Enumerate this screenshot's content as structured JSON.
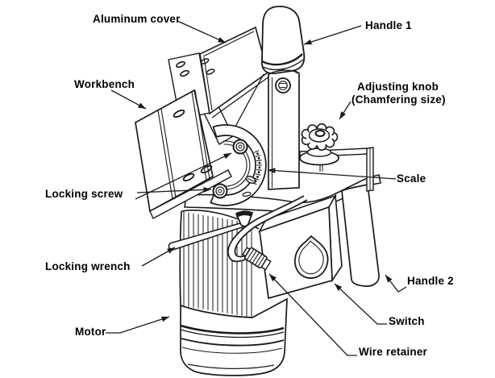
{
  "diagram": {
    "type": "technical-illustration",
    "subject": "Chamfering machine parts diagram",
    "colors": {
      "background": "#ffffff",
      "line": "#1a1a1a",
      "text": "#000000"
    },
    "labels": {
      "aluminum_cover": "Aluminum cover",
      "handle_1": "Handle 1",
      "workbench": "Workbench",
      "adjusting_knob_line_1": "Adjusting knob",
      "adjusting_knob_line_2": "(Chamfering size)",
      "scale": "Scale",
      "locking_screw": "Locking screw",
      "locking_wrench": "Locking wrench",
      "motor": "Motor",
      "handle_2": "Handle 2",
      "switch": "Switch",
      "wire_retainer": "Wire retainer"
    }
  }
}
